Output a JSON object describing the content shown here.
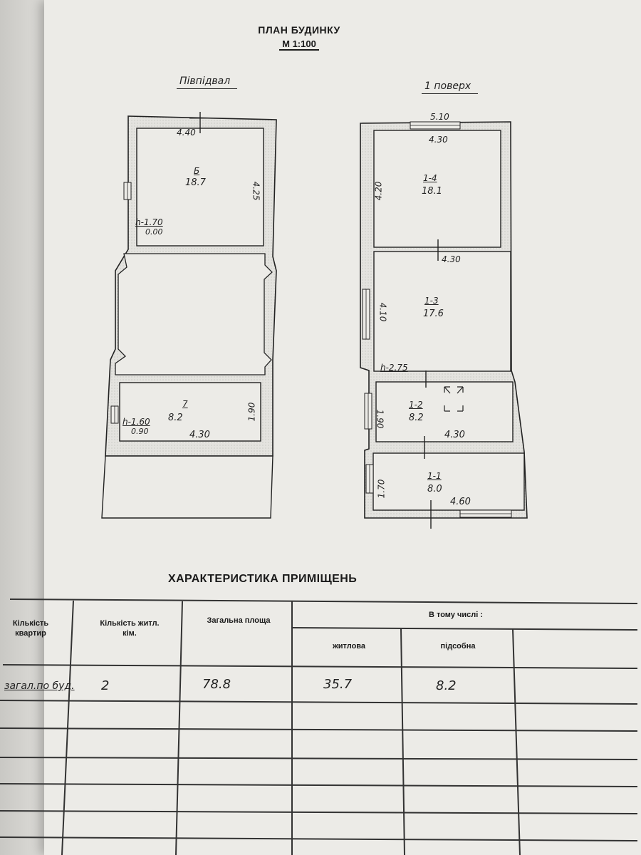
{
  "header": {
    "title": "ПЛАН БУДИНКУ",
    "scale": "М 1:100"
  },
  "basement": {
    "label": "Півпідвал",
    "top_width": "4.40",
    "room_top": {
      "number": "Б",
      "area": "18.7",
      "side": "4.25",
      "h": "h-1.70",
      "h_sub": "0.00"
    },
    "room_bottom": {
      "number": "7",
      "area": "8.2",
      "width": "4.30",
      "side": "1.90",
      "h": "h-1.60",
      "h_sub": "0.90"
    }
  },
  "first_floor": {
    "label": "1 поверх",
    "outer_width": "5.10",
    "rooms": [
      {
        "number": "1-4",
        "area": "18.1",
        "top": "4.30",
        "side": "4.20"
      },
      {
        "number": "1-3",
        "area": "17.6",
        "top": "4.30",
        "side": "4.10",
        "h": "h-2.75"
      },
      {
        "number": "1-2",
        "area": "8.2",
        "bottom": "4.30",
        "side": "1.90"
      },
      {
        "number": "1-1",
        "area": "8.0",
        "bottom": "4.60",
        "side": "1.70"
      }
    ]
  },
  "table": {
    "title": "ХАРАКТЕРИСТИКА ПРИМІЩЕНЬ",
    "headers": {
      "apartments": "Кількість квартир",
      "rooms": "Кількість житл. кім.",
      "total_area": "Загальна площа",
      "including": "В тому числі :",
      "living": "житлова",
      "auxiliary": "підсобна"
    },
    "row": {
      "apartments": "загал.по буд.",
      "rooms": "2",
      "total_area": "78.8",
      "living": "35.7",
      "auxiliary": "8.2"
    }
  }
}
